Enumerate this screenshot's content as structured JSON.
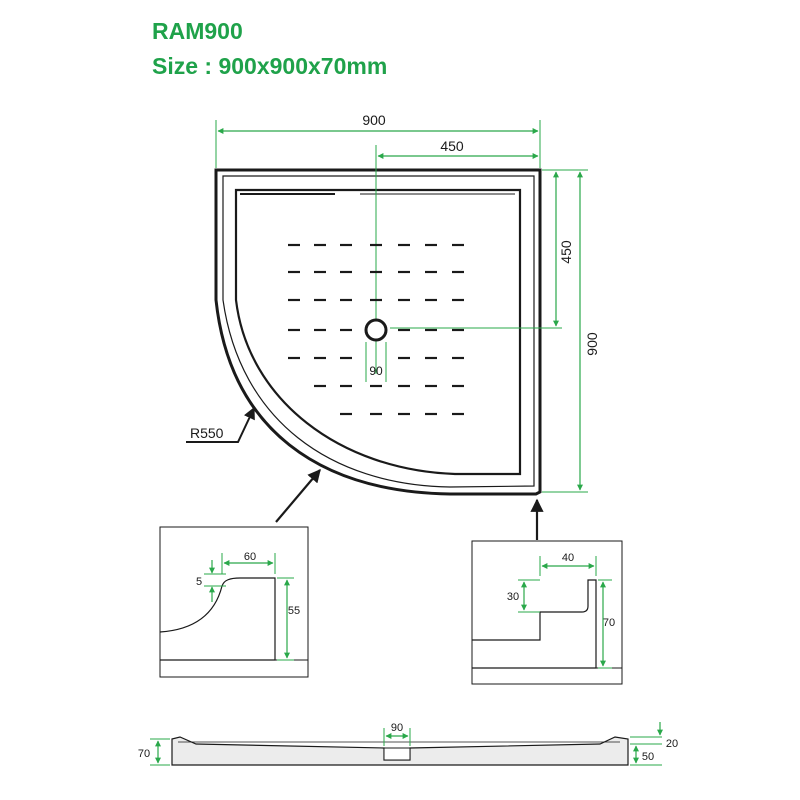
{
  "header": {
    "model": "RAM900",
    "size": "Size : 900x900x70mm"
  },
  "plan": {
    "width_label": "900",
    "half_width_label": "450",
    "depth_label": "900",
    "half_depth_label": "450",
    "drain_label": "90",
    "radius_label": "R550"
  },
  "detail_curved": {
    "top_label": "60",
    "lip_label": "5",
    "height_label": "55"
  },
  "detail_straight": {
    "top_label": "40",
    "step_label": "30",
    "height_label": "70"
  },
  "side_view": {
    "height_label": "70",
    "drain_label": "90",
    "rim_label": "20",
    "base_label": "50"
  },
  "colors": {
    "title": "#1fa24a",
    "dimension_green": "#2aa84a",
    "line": "#1a1a1a"
  }
}
